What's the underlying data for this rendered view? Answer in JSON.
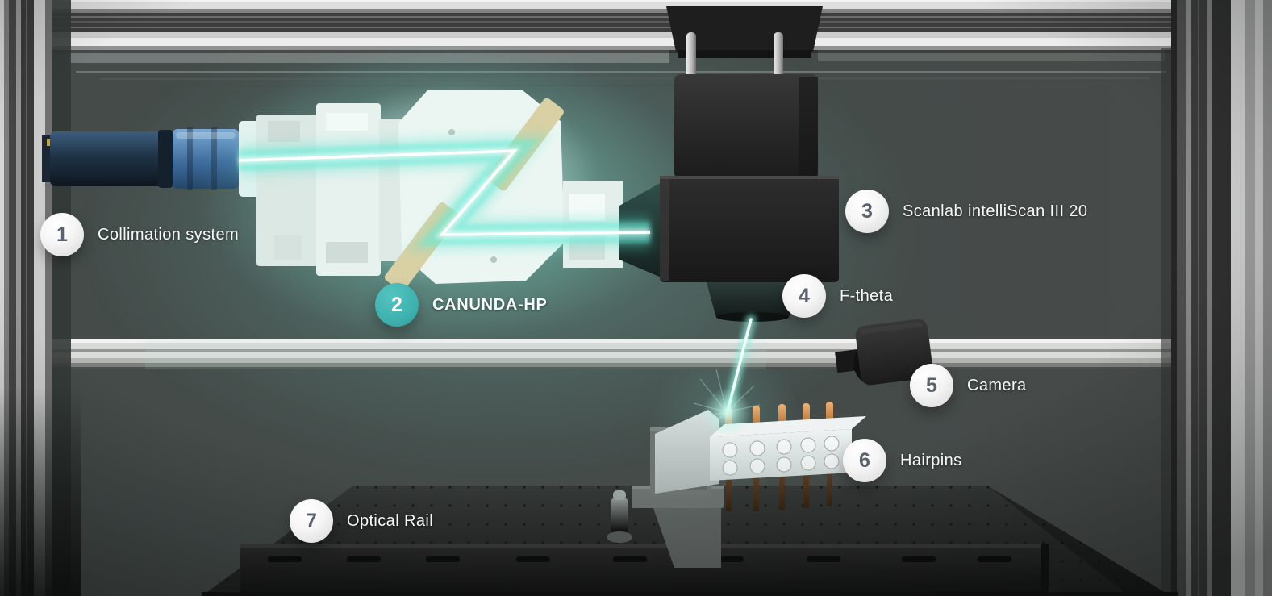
{
  "colors": {
    "accent": "#3fb2af",
    "beam": "#5fe6d3",
    "badge_number": "#59626d",
    "label_text": "#f7f9f8"
  },
  "annotations": [
    {
      "number": "1",
      "label": "Collimation system"
    },
    {
      "number": "2",
      "label": "CANUNDA-HP",
      "highlight": true
    },
    {
      "number": "3",
      "label": "Scanlab intelliScan III 20"
    },
    {
      "number": "4",
      "label": "F-theta"
    },
    {
      "number": "5",
      "label": "Camera"
    },
    {
      "number": "6",
      "label": "Hairpins"
    },
    {
      "number": "7",
      "label": "Optical Rail"
    }
  ]
}
